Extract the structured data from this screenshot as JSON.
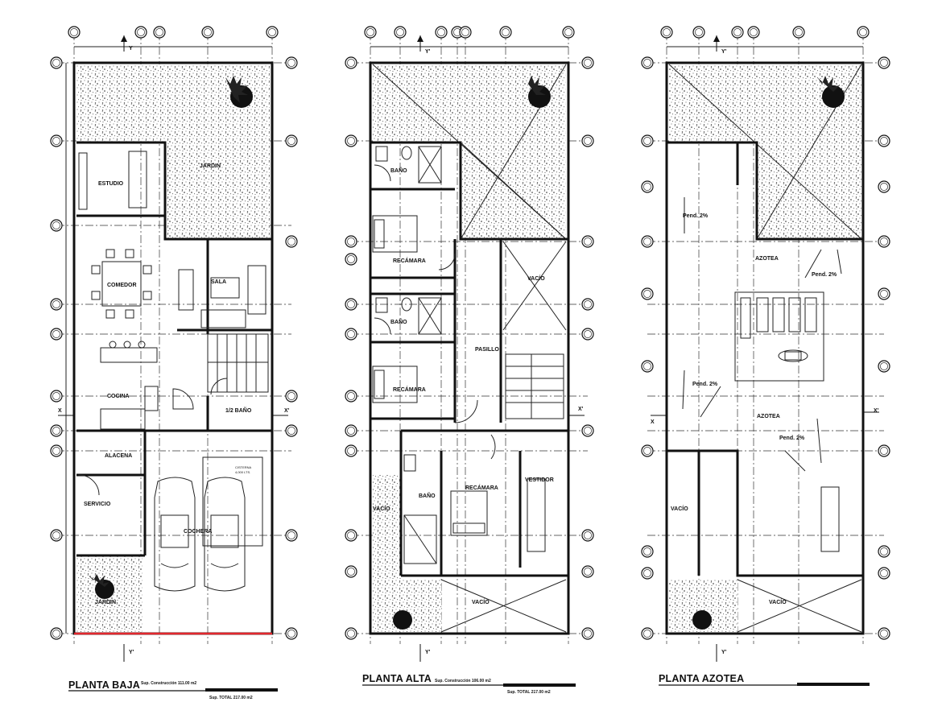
{
  "plans": [
    {
      "id": "planta-baja",
      "title": "PLANTA BAJA",
      "construction": "Sup. Construcción 111.00 m2",
      "total": "Sup. TOTAL 217.00 m2",
      "rooms": {
        "estudio": "ESTUDIO",
        "comedor": "COMEDOR",
        "sala": "SALA",
        "cocina": "COCINA",
        "medio_bano": "1/2 BAÑO",
        "alacena": "ALACENA",
        "servicio": "SERVICIO",
        "jardin": "JARDIN",
        "cochera": "COCHERA",
        "cisterna": "CISTERNA",
        "cisterna_cap": "4,000 LTS."
      },
      "section_x": "X",
      "section_x_prime": "X'",
      "section_y": "Y",
      "section_y_prime": "Y'"
    },
    {
      "id": "planta-alta",
      "title": "PLANTA ALTA",
      "construction": "Sup. Construcción 106.00 m2",
      "total": "Sup. TOTAL 217.00 m2",
      "rooms": {
        "bano1": "BAÑO",
        "recamara1": "RECÁMARA",
        "bano2": "BAÑO",
        "recamara2": "RECÁMARA",
        "pasillo": "PASILLO",
        "vacio1": "VACÍO",
        "bano3": "BAÑO",
        "recamara3": "RECÁMARA",
        "vestidor": "VESTIDOR",
        "vacio2": "VACÍO",
        "vacio3": "VACÍO"
      },
      "section_x_prime": "X'",
      "section_y": "Y'",
      "section_y_prime": "Y'"
    },
    {
      "id": "planta-azotea",
      "title": "PLANTA AZOTEA",
      "rooms": {
        "azotea1": "AZOTEA",
        "azotea2": "AZOTEA",
        "vacio1": "VACÍO",
        "vacio2": "VACÍO",
        "pend1": "Pend. 2%",
        "pend2": "Pend. 2%",
        "pend3": "Pend. 2%",
        "pend4": "Pend. 2%"
      },
      "section_x": "X",
      "section_x_prime": "X'",
      "section_y": "Y'",
      "section_y_prime": "Y'"
    }
  ]
}
